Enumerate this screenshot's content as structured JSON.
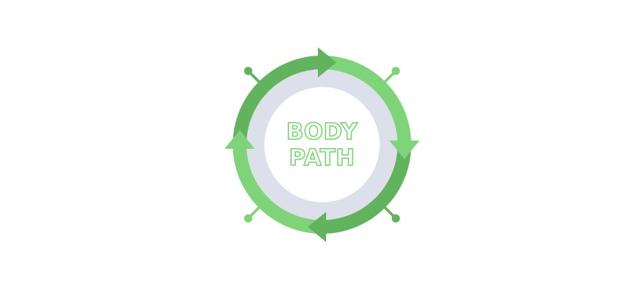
{
  "logo": {
    "line1": "BODY",
    "line2": "PATH",
    "colors": {
      "green_light": "#7fd47a",
      "green_dark": "#62b35e",
      "inner_ring": "#dde0ea",
      "center": "#ffffff",
      "text_outline": "#7fd47a"
    },
    "segments": [
      {
        "name": "top-right-segment",
        "shade": "light"
      },
      {
        "name": "bottom-right-segment",
        "shade": "dark"
      },
      {
        "name": "bottom-left-segment",
        "shade": "light"
      },
      {
        "name": "top-left-segment",
        "shade": "dark"
      }
    ],
    "arrows": [
      {
        "name": "top-arrow",
        "shade": "dark",
        "direction": "right"
      },
      {
        "name": "right-arrow",
        "shade": "light",
        "direction": "down"
      },
      {
        "name": "bottom-arrow",
        "shade": "dark",
        "direction": "left"
      },
      {
        "name": "left-arrow",
        "shade": "light",
        "direction": "up"
      }
    ],
    "spokes": [
      {
        "name": "spoke-top-left",
        "shade": "dark"
      },
      {
        "name": "spoke-top-right",
        "shade": "light"
      },
      {
        "name": "spoke-bottom-right",
        "shade": "dark"
      },
      {
        "name": "spoke-bottom-left",
        "shade": "light"
      }
    ]
  }
}
